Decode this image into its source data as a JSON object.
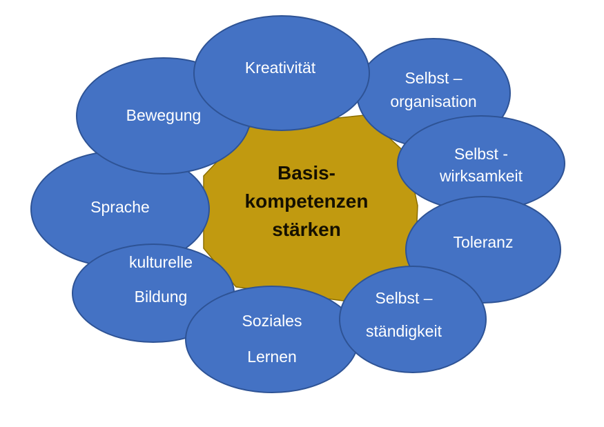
{
  "title": "Basiskompetenzen stärken – Blasendiagramm",
  "center": {
    "lines": [
      "Basis-",
      "kompetenzen",
      "stärken"
    ]
  },
  "bubbles": [
    {
      "id": "kreativitaet",
      "lines": [
        "Kreativität"
      ]
    },
    {
      "id": "selbstorganisation",
      "lines": [
        "Selbst –",
        "organisation"
      ]
    },
    {
      "id": "selbstwirksamkeit",
      "lines": [
        "Selbst -",
        "wirksamkeit"
      ]
    },
    {
      "id": "toleranz",
      "lines": [
        "Toleranz"
      ]
    },
    {
      "id": "selbststaendigkeit",
      "lines": [
        "Selbst –",
        "ständigkeit"
      ]
    },
    {
      "id": "soziales-lernen",
      "lines": [
        "Soziales",
        "Lernen"
      ]
    },
    {
      "id": "kulturelle-bildung",
      "lines": [
        "kulturelle",
        "Bildung"
      ]
    },
    {
      "id": "sprache",
      "lines": [
        "Sprache"
      ]
    },
    {
      "id": "bewegung",
      "lines": [
        "Bewegung"
      ]
    }
  ],
  "colors": {
    "page_bg": "#ffffff",
    "bubble_fill": "#4472C4",
    "bubble_border": "#2E5395",
    "bubble_text": "#ffffff",
    "center_fill": "#C19A10",
    "center_border": "#8A6D00",
    "center_text": "#151001"
  }
}
